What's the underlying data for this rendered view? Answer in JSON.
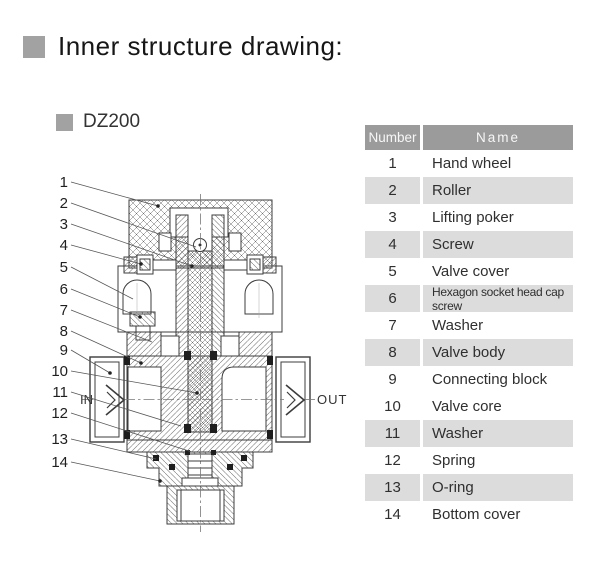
{
  "page": {
    "title": "Inner structure drawing:",
    "model_label": "DZ200"
  },
  "colors": {
    "bullet_gray": "#a2a2a2",
    "table_header_bg": "#9b9b9b",
    "table_header_text": "#f7f7f7",
    "table_row_shaded_bg": "#dcdcdc",
    "drawing_line": "#3c3c3c"
  },
  "table": {
    "headers": [
      "Number",
      "Name"
    ],
    "rows": [
      {
        "number": "1",
        "name": "Hand wheel",
        "shaded": false,
        "condensed": false
      },
      {
        "number": "2",
        "name": "Roller",
        "shaded": true,
        "condensed": false
      },
      {
        "number": "3",
        "name": "Lifting poker",
        "shaded": false,
        "condensed": false
      },
      {
        "number": "4",
        "name": "Screw",
        "shaded": true,
        "condensed": false
      },
      {
        "number": "5",
        "name": "Valve cover",
        "shaded": false,
        "condensed": false
      },
      {
        "number": "6",
        "name": "Hexagon socket head cap screw",
        "shaded": true,
        "condensed": true
      },
      {
        "number": "7",
        "name": "Washer",
        "shaded": false,
        "condensed": false
      },
      {
        "number": "8",
        "name": "Valve body",
        "shaded": true,
        "condensed": false
      },
      {
        "number": "9",
        "name": "Connecting block",
        "shaded": false,
        "condensed": false
      },
      {
        "number": "10",
        "name": "Valve core",
        "shaded": false,
        "condensed": false
      },
      {
        "number": "11",
        "name": "Washer",
        "shaded": true,
        "condensed": false
      },
      {
        "number": "12",
        "name": "Spring",
        "shaded": false,
        "condensed": false
      },
      {
        "number": "13",
        "name": "O-ring",
        "shaded": true,
        "condensed": false
      },
      {
        "number": "14",
        "name": "Bottom cover",
        "shaded": false,
        "condensed": false
      }
    ]
  },
  "drawing": {
    "callouts": [
      "1",
      "2",
      "3",
      "4",
      "5",
      "6",
      "7",
      "8",
      "9",
      "10",
      "11",
      "12",
      "13",
      "14"
    ],
    "in_label": "IN",
    "out_label": "OUT"
  }
}
